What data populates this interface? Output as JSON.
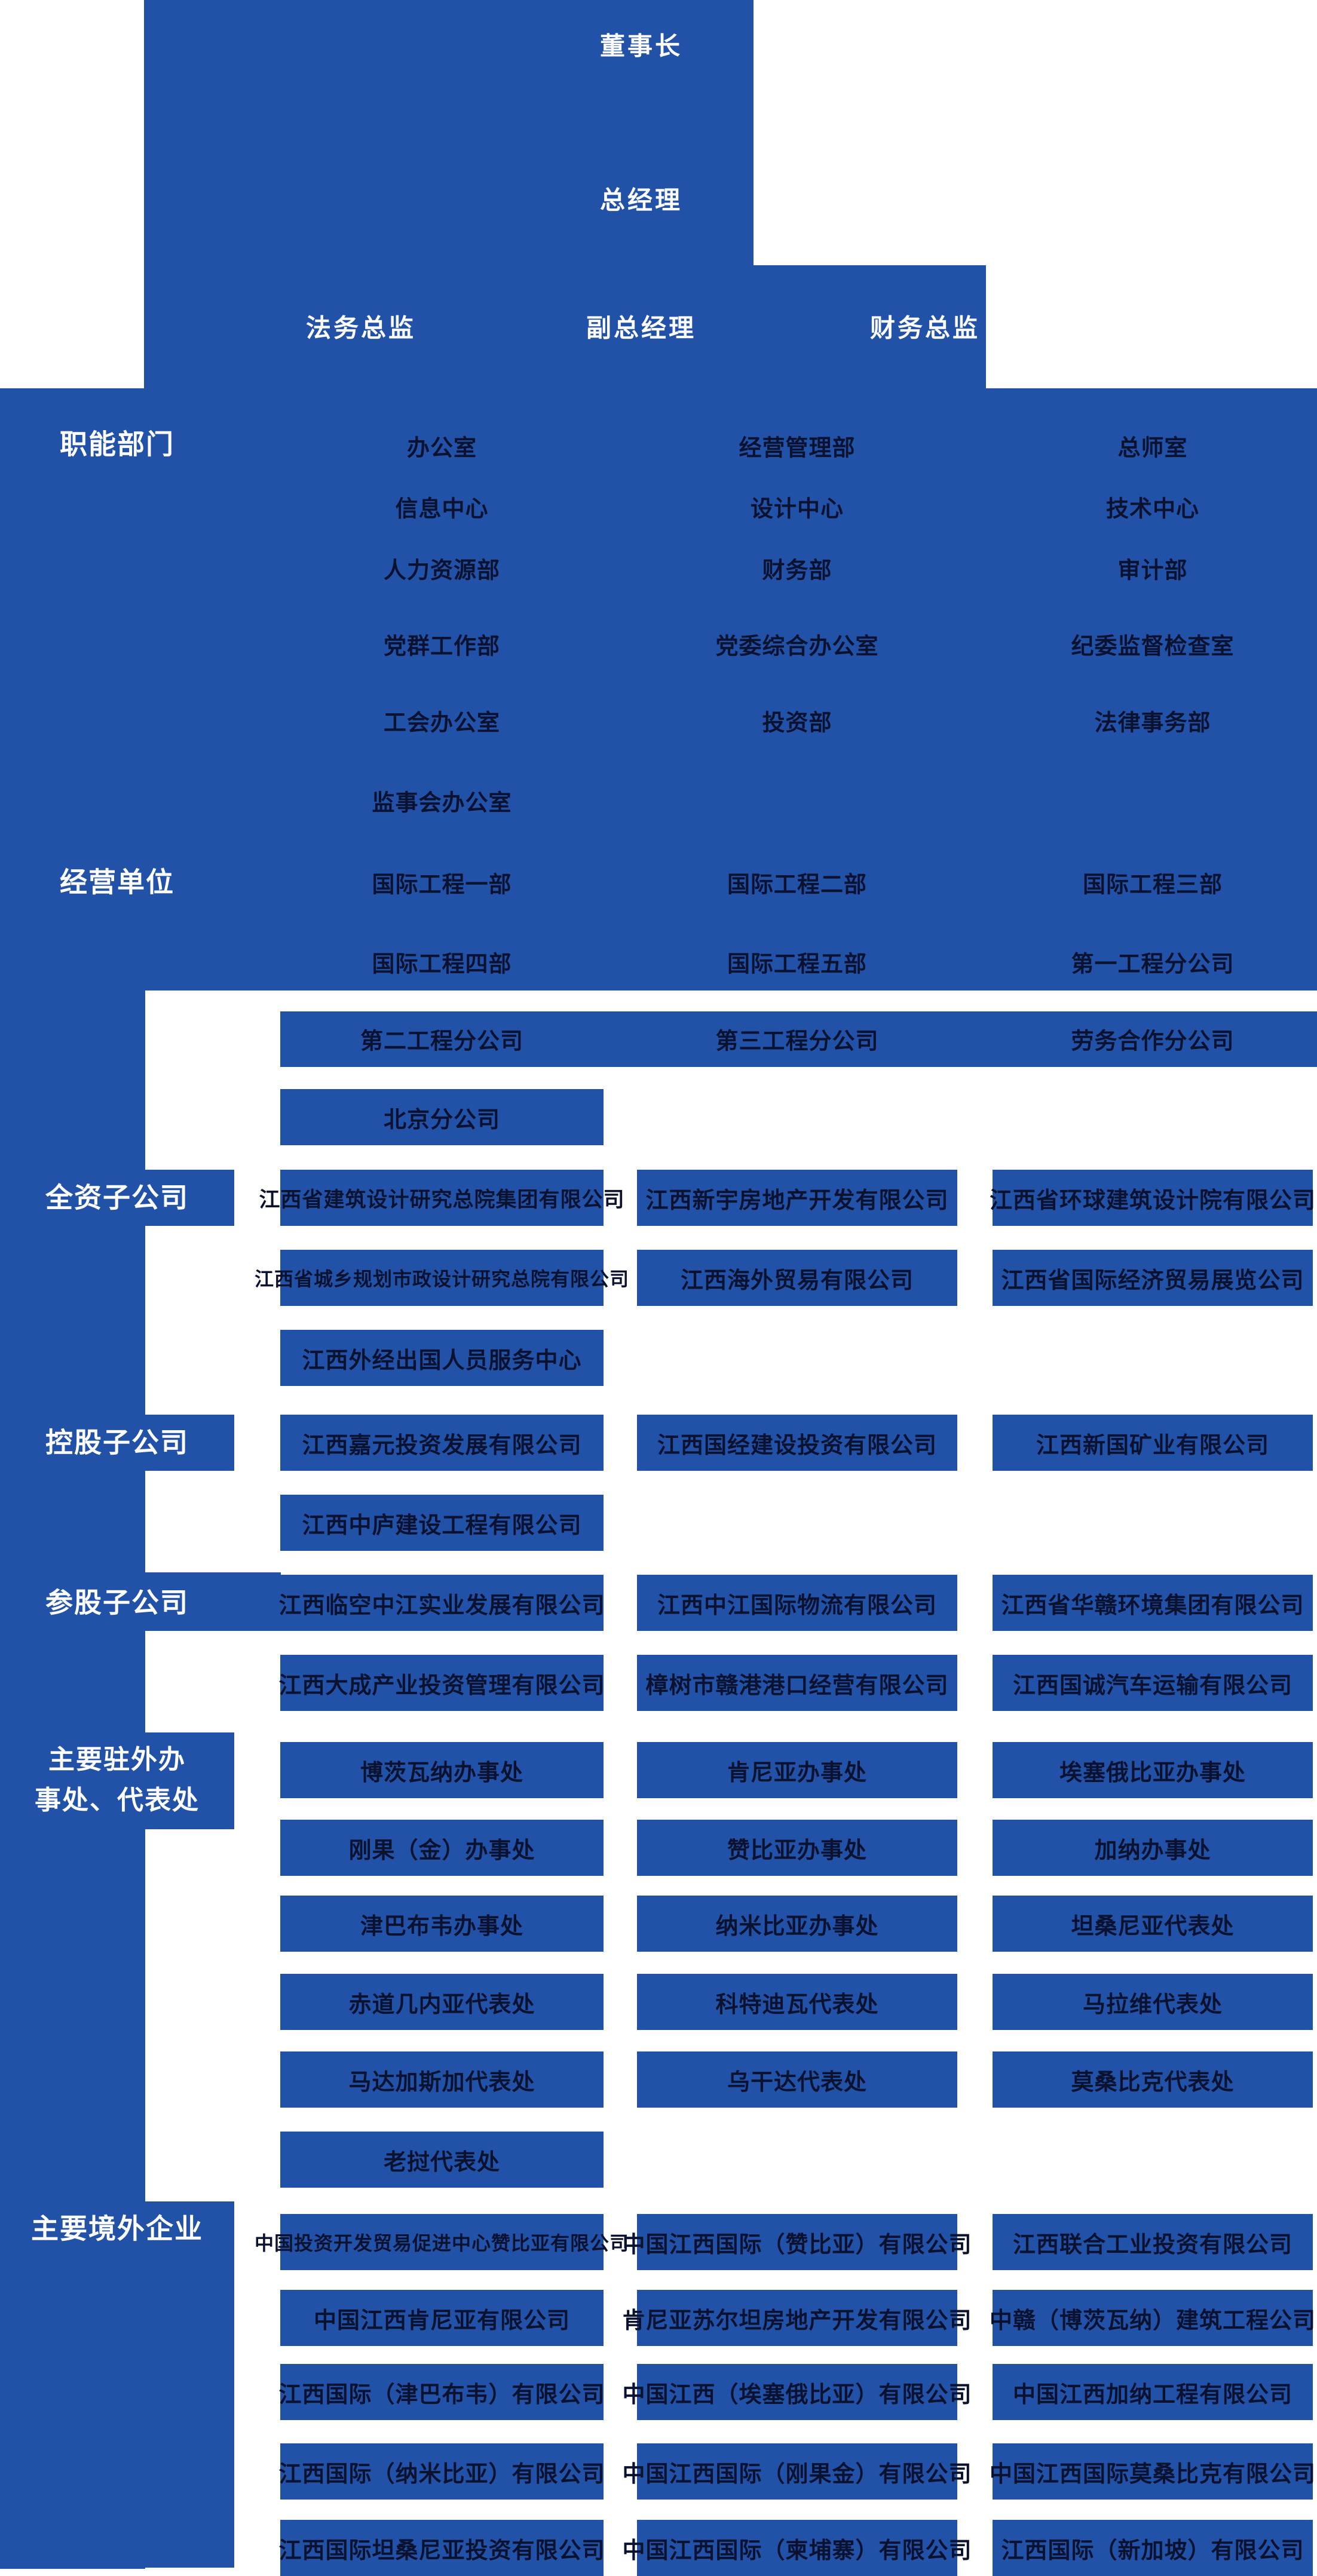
{
  "colors": {
    "primary_blue": "#2152A8",
    "box_text_dark": "#0B1230",
    "label_text_white": "#FFFFFF"
  },
  "top": {
    "chairman": "董事长",
    "general_manager": "总经理",
    "legal_director": "法务总监",
    "deputy_general_manager": "副总经理",
    "finance_director": "财务总监"
  },
  "sections": [
    {
      "label": "职能部门",
      "rows": [
        [
          "办公室",
          "经营管理部",
          "总师室"
        ],
        [
          "信息中心",
          "设计中心",
          "技术中心"
        ],
        [
          "人力资源部",
          "财务部",
          "审计部"
        ],
        [
          "党群工作部",
          "党委综合办公室",
          "纪委监督检查室"
        ],
        [
          "工会办公室",
          "投资部",
          "法律事务部"
        ],
        [
          "监事会办公室"
        ]
      ]
    },
    {
      "label": "经营单位",
      "rows": [
        [
          "国际工程一部",
          "国际工程二部",
          "国际工程三部"
        ],
        [
          "国际工程四部",
          "国际工程五部",
          "第一工程分公司"
        ],
        [
          "第二工程分公司",
          "第三工程分公司",
          "劳务合作分公司"
        ],
        [
          "北京分公司"
        ]
      ]
    },
    {
      "label": "全资子公司",
      "rows": [
        [
          "江西省建筑设计研究总院集团有限公司",
          "江西新宇房地产开发有限公司",
          "江西省环球建筑设计院有限公司"
        ],
        [
          "江西省城乡规划市政设计研究总院有限公司",
          "江西海外贸易有限公司",
          "江西省国际经济贸易展览公司"
        ],
        [
          "江西外经出国人员服务中心"
        ]
      ]
    },
    {
      "label": "控股子公司",
      "rows": [
        [
          "江西嘉元投资发展有限公司",
          "江西国经建设投资有限公司",
          "江西新国矿业有限公司"
        ],
        [
          "江西中庐建设工程有限公司"
        ]
      ]
    },
    {
      "label": "参股子公司",
      "rows": [
        [
          "江西临空中江实业发展有限公司",
          "江西中江国际物流有限公司",
          "江西省华赣环境集团有限公司"
        ],
        [
          "江西大成产业投资管理有限公司",
          "樟树市赣港港口经营有限公司",
          "江西国诚汽车运输有限公司"
        ]
      ]
    },
    {
      "label": "主要驻外办\n事处、代表处",
      "rows": [
        [
          "博茨瓦纳办事处",
          "肯尼亚办事处",
          "埃塞俄比亚办事处"
        ],
        [
          "刚果（金）办事处",
          "赞比亚办事处",
          "加纳办事处"
        ],
        [
          "津巴布韦办事处",
          "纳米比亚办事处",
          "坦桑尼亚代表处"
        ],
        [
          "赤道几内亚代表处",
          "科特迪瓦代表处",
          "马拉维代表处"
        ],
        [
          "马达加斯加代表处",
          "乌干达代表处",
          "莫桑比克代表处"
        ],
        [
          "老挝代表处"
        ]
      ]
    },
    {
      "label": "主要境外企业",
      "rows": [
        [
          "中国投资开发贸易促进中心赞比亚有限公司",
          "中国江西国际（赞比亚）有限公司",
          "江西联合工业投资有限公司"
        ],
        [
          "中国江西肯尼亚有限公司",
          "肯尼亚苏尔坦房地产开发有限公司",
          "中赣（博茨瓦纳）建筑工程公司"
        ],
        [
          "江西国际（津巴布韦）有限公司",
          "中国江西（埃塞俄比亚）有限公司",
          "中国江西加纳工程有限公司"
        ],
        [
          "江西国际（纳米比亚）有限公司",
          "中国江西国际（刚果金）有限公司",
          "中国江西国际莫桑比克有限公司"
        ],
        [
          "江西国际坦桑尼亚投资有限公司",
          "中国江西国际（柬埔寨）有限公司",
          "江西国际（新加坡）有限公司"
        ]
      ]
    }
  ]
}
